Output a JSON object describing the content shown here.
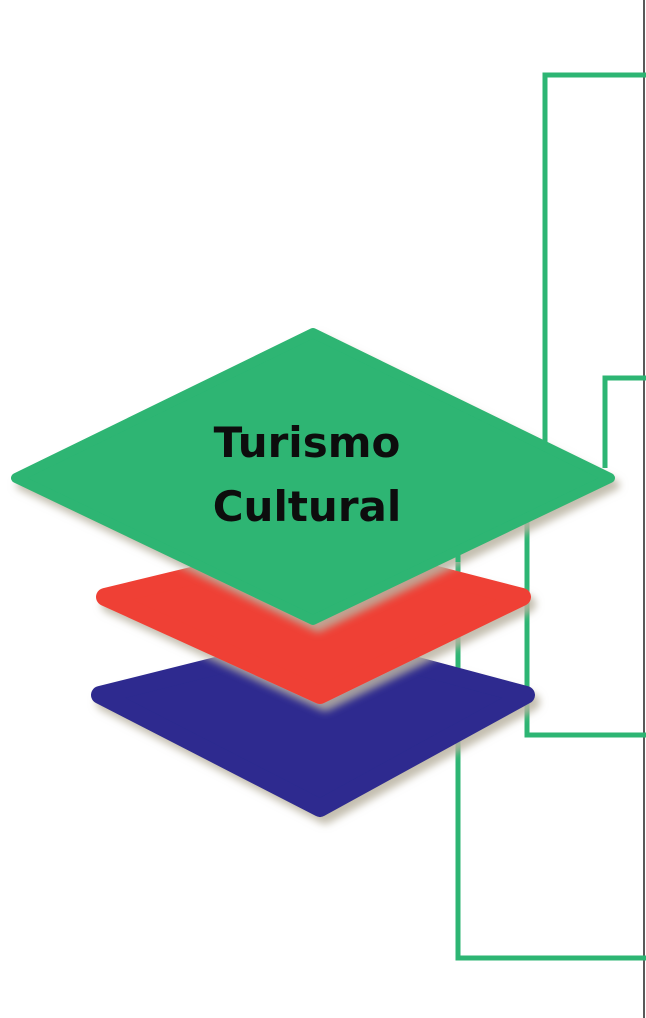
{
  "diagram": {
    "label_lines": [
      "Turismo",
      "Cultural"
    ],
    "colors": {
      "top_layer": "#2db573",
      "middle_layer": "#ef4034",
      "bottom_layer": "#2d2a8f",
      "connector_lines": "#2db573",
      "page_edge": "#222222",
      "text": "#0d0d0d"
    },
    "layers": [
      {
        "name": "bottom",
        "color_key": "bottom_layer"
      },
      {
        "name": "middle",
        "color_key": "middle_layer"
      },
      {
        "name": "top",
        "color_key": "top_layer"
      }
    ]
  }
}
